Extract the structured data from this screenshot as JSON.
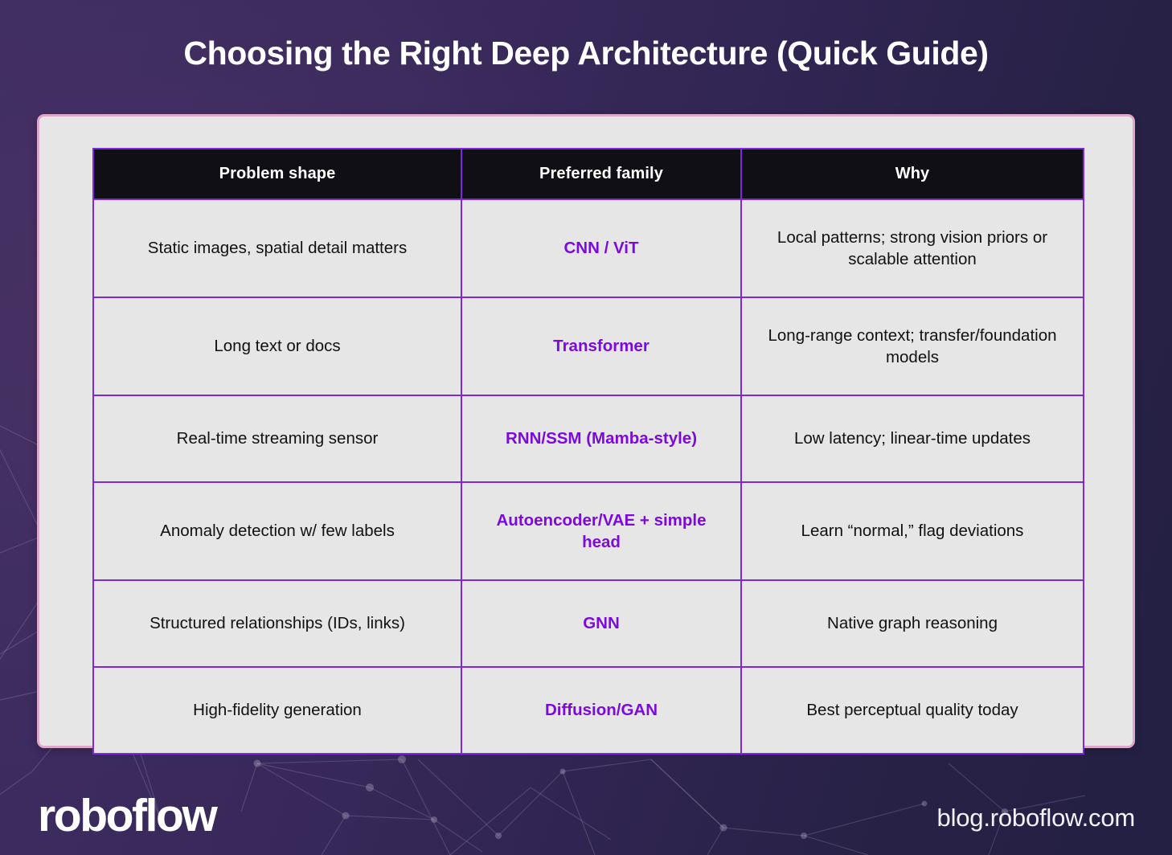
{
  "page": {
    "title": "Choosing the Right Deep Architecture (Quick Guide)",
    "background_color": "#32255a",
    "card_background": "#e7e6e6",
    "card_border_color": "#e0a7cd",
    "table_border_color": "#7b28e0",
    "header_background": "#100f16",
    "accent_color": "#7b0bdc"
  },
  "table": {
    "headers": [
      "Problem shape",
      "Preferred family",
      "Why"
    ],
    "rows": [
      {
        "problem_shape": "Static images, spatial detail matters",
        "preferred_family": "CNN / ViT",
        "why": "Local patterns; strong vision priors or scalable attention"
      },
      {
        "problem_shape": "Long text or docs",
        "preferred_family": "Transformer",
        "why": "Long-range context; transfer/foundation models"
      },
      {
        "problem_shape": "Real-time streaming sensor",
        "preferred_family": "RNN/SSM (Mamba-style)",
        "why": "Low latency; linear-time updates"
      },
      {
        "problem_shape": "Anomaly detection w/ few labels",
        "preferred_family": "Autoencoder/VAE + simple head",
        "why": "Learn “normal,” flag deviations"
      },
      {
        "problem_shape": "Structured relationships (IDs, links)",
        "preferred_family": "GNN",
        "why": "Native graph reasoning"
      },
      {
        "problem_shape": "High-fidelity generation",
        "preferred_family": "Diffusion/GAN",
        "why": "Best perceptual quality today"
      }
    ]
  },
  "footer": {
    "logo_text": "roboflow",
    "site_url": "blog.roboflow.com"
  }
}
